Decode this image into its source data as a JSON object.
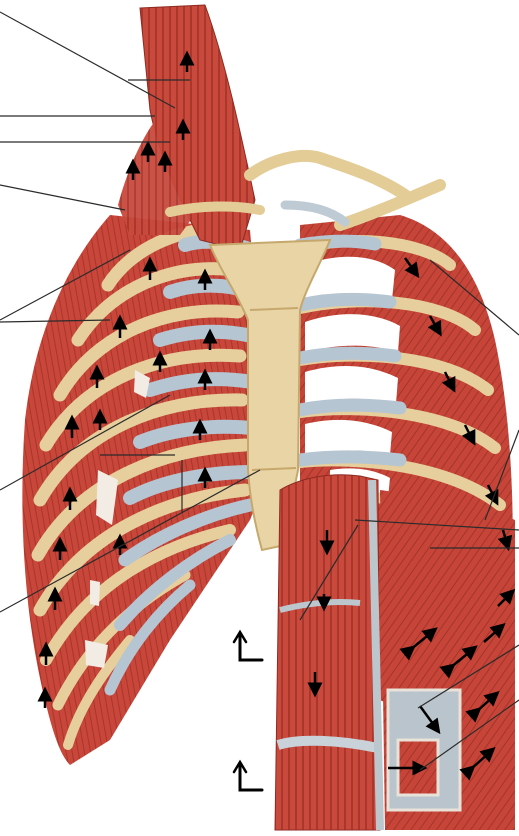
{
  "figure": {
    "background": "#ffffff",
    "colors": {
      "muscle": "#c8463a",
      "muscle_dark": "#9e2f25",
      "muscle_light": "#e07a68",
      "bone": "#e9d3a3",
      "bone_dark": "#c9ac72",
      "cartilage": "#b7c7d2",
      "cartilage_dark": "#8fa3b3",
      "gap": "#f4ede6",
      "arrow": "#000000",
      "leader": "#2b2b2b"
    },
    "regions": [
      {
        "name": "muscle-column-neck"
      },
      {
        "name": "clavicle-left"
      },
      {
        "name": "clavicle-right"
      },
      {
        "name": "sternum"
      },
      {
        "name": "rib-cage-left"
      },
      {
        "name": "rib-cage-right"
      },
      {
        "name": "abdominal-muscle-band"
      },
      {
        "name": "oblique-muscle-sheet"
      }
    ],
    "arrows": {
      "up": 22,
      "down": 9,
      "diagonal": 8,
      "hook": 2
    },
    "leader_lines": 15
  }
}
